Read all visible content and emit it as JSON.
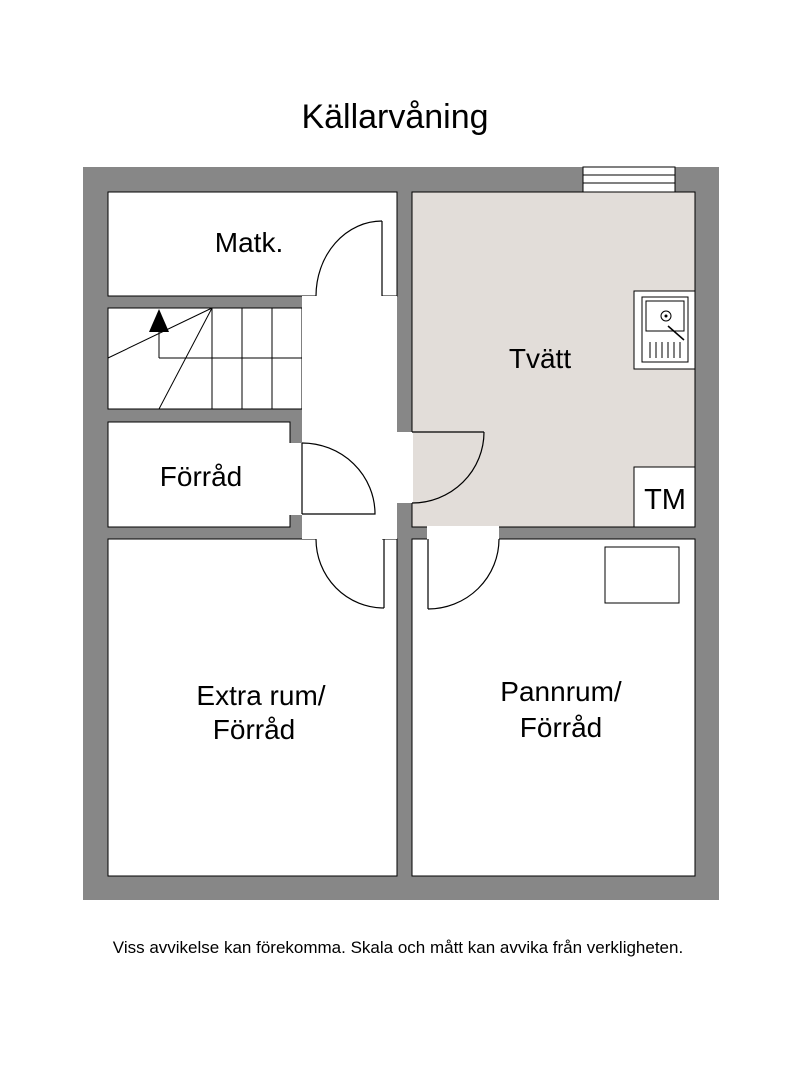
{
  "plan": {
    "title": "Källarvåning",
    "disclaimer": "Viss avvikelse kan förekomma. Skala och mått kan avvika från verkligheten."
  },
  "rooms": {
    "matk": "Matk.",
    "tvatt": "Tvätt",
    "forrad": "Förråd",
    "extra_line1": "Extra rum/",
    "extra_line2": "Förråd",
    "pannrum_line1": "Pannrum/",
    "pannrum_line2": "Förråd"
  },
  "fixtures": {
    "tm": "TM"
  },
  "colors": {
    "wall": "#878787",
    "floor": "#ffffff",
    "laundry_floor": "#e2ddd9",
    "line": "#000000"
  }
}
